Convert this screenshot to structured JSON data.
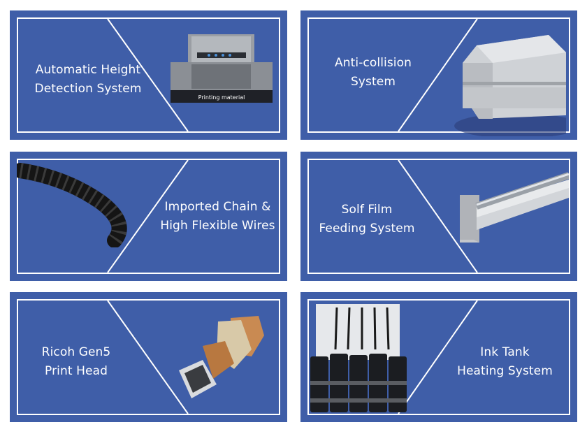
{
  "cards": [
    {
      "title_lines": [
        "Automatic Height",
        "Detection System"
      ],
      "image_caption": "Printing material"
    },
    {
      "title_lines": [
        "Anti-collision",
        "System"
      ]
    },
    {
      "title_lines": [
        "Imported Chain &",
        "High Flexible Wires"
      ]
    },
    {
      "title_lines": [
        "Solf Film",
        "Feeding System"
      ]
    },
    {
      "title_lines": [
        "Ricoh Gen5",
        "Print Head"
      ]
    },
    {
      "title_lines": [
        "Ink Tank",
        "Heating System"
      ]
    }
  ],
  "colors": {
    "card_blue": "#3f5ea8",
    "frame": "#ffffff",
    "text": "#ffffff"
  }
}
